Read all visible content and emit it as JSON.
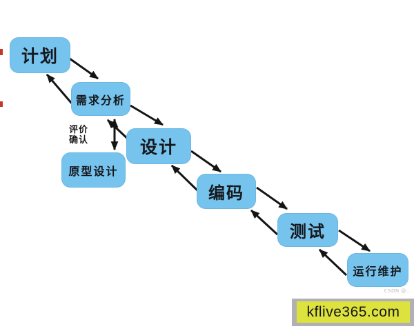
{
  "diagram": {
    "nodes": [
      {
        "id": "plan",
        "label": "计划"
      },
      {
        "id": "requirements",
        "label": "需求分析"
      },
      {
        "id": "design",
        "label": "设计"
      },
      {
        "id": "prototype",
        "label": "原型设计"
      },
      {
        "id": "coding",
        "label": "编码"
      },
      {
        "id": "testing",
        "label": "测试"
      },
      {
        "id": "maintenance",
        "label": "运行维护"
      }
    ],
    "edges": [
      {
        "from": "计划",
        "to": "需求分析",
        "bidirectional": true
      },
      {
        "from": "需求分析",
        "to": "设计",
        "bidirectional": true
      },
      {
        "from": "需求分析",
        "to": "原型设计",
        "bidirectional": true,
        "label": "评价 确认"
      },
      {
        "from": "设计",
        "to": "编码",
        "bidirectional": true
      },
      {
        "from": "编码",
        "to": "测试",
        "bidirectional": true
      },
      {
        "from": "测试",
        "to": "运行维护",
        "bidirectional": true
      }
    ],
    "vertical_edge_label": {
      "line1": "评价",
      "line2": "确认"
    },
    "colors": {
      "node_fill": "#76c3ed",
      "node_text": "#15181d",
      "arrow": "#141414",
      "red_edge_mark": "#c8352b",
      "banner_fill": "#dde23e",
      "banner_frame": "#b1b1b3"
    }
  },
  "watermark": {
    "banner_text": "kflive365.com",
    "small_text": "CSDN @..."
  }
}
